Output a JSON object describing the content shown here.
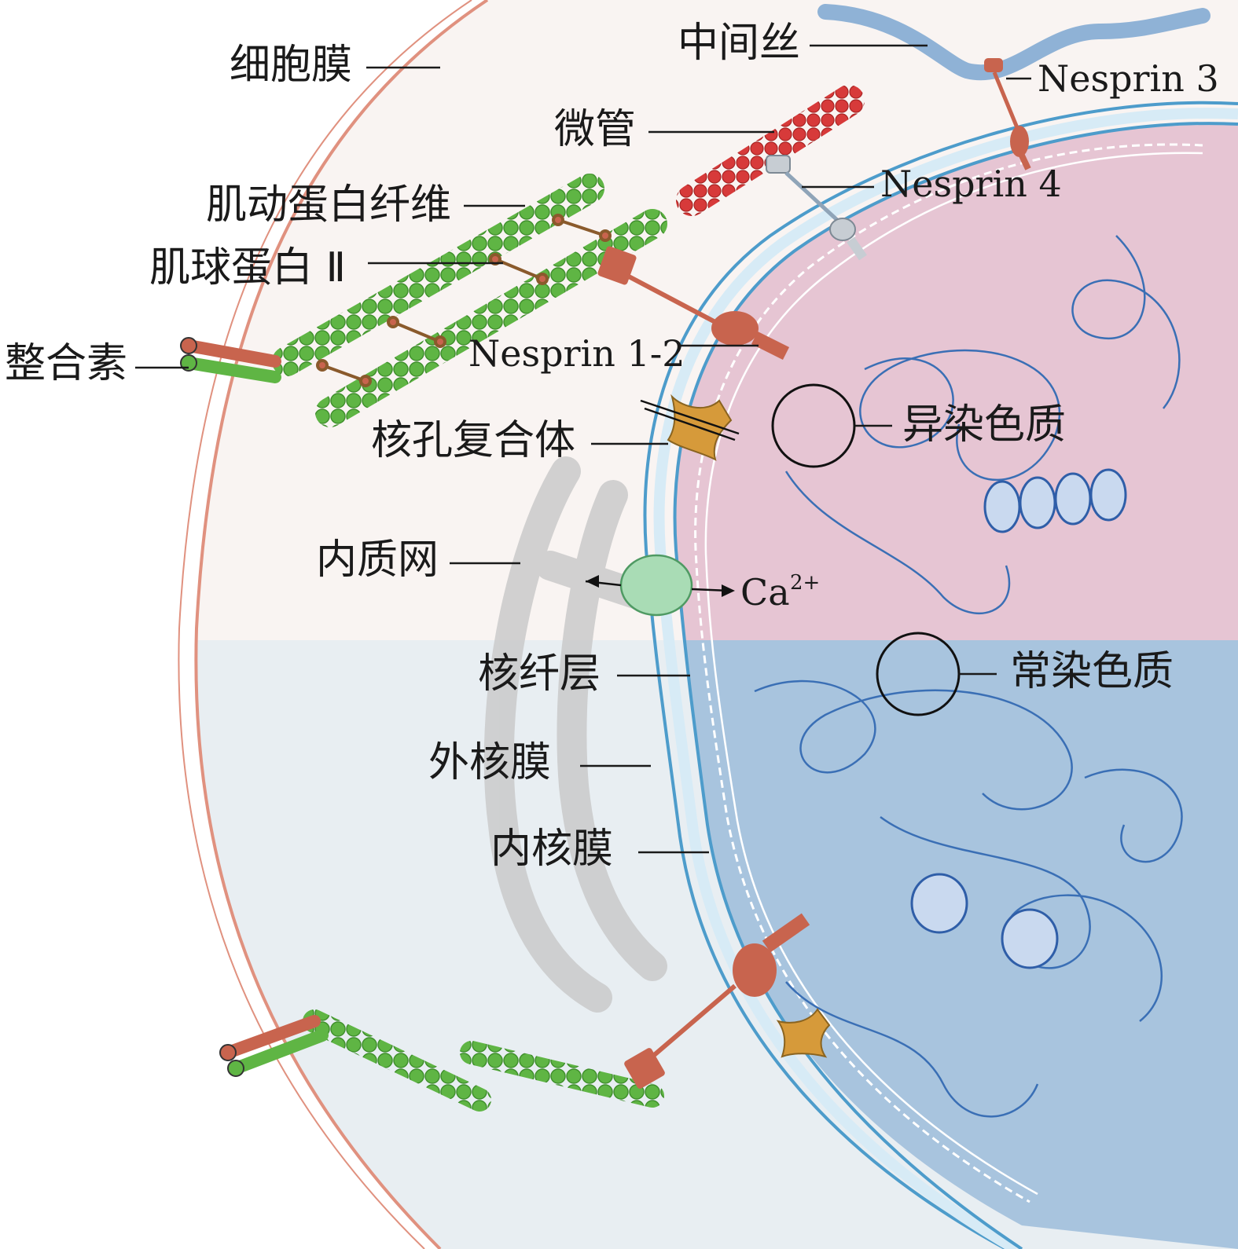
{
  "labels": {
    "cell_membrane": "细胞膜",
    "intermediate_filament": "中间丝",
    "nesprin3": "Nesprin 3",
    "microtubule": "微管",
    "nesprin4": "Nesprin 4",
    "actin_filament": "肌动蛋白纤维",
    "myosin2": "肌球蛋白 Ⅱ",
    "integrin": "整合素",
    "nesprin12": "Nesprin 1-2",
    "npc": "核孔复合体",
    "heterochromatin": "异染色质",
    "er": "内质网",
    "calcium": "Ca",
    "calcium_charge": "2+",
    "lamina": "核纤层",
    "euchromatin": "常染色质",
    "onm": "外核膜",
    "inm": "内核膜"
  },
  "colors": {
    "cytoplasm_top": "#f9f4f2",
    "cytoplasm_bottom": "#e8eef2",
    "nucleoplasm_top": "#e6c5d3",
    "nucleoplasm_bottom": "#a8c4de",
    "cell_membrane": "#e0917f",
    "nuclear_envelope": "#4d9ccb",
    "lamina": "#ffffff",
    "actin": "#5fb544",
    "microtubule": "#d73a3a",
    "nesprin": "#c8644e",
    "npc": "#d69a3a",
    "channel": "#a9dcb5",
    "chromatin": "#3a6fb5",
    "er": "#c8c8c8"
  }
}
